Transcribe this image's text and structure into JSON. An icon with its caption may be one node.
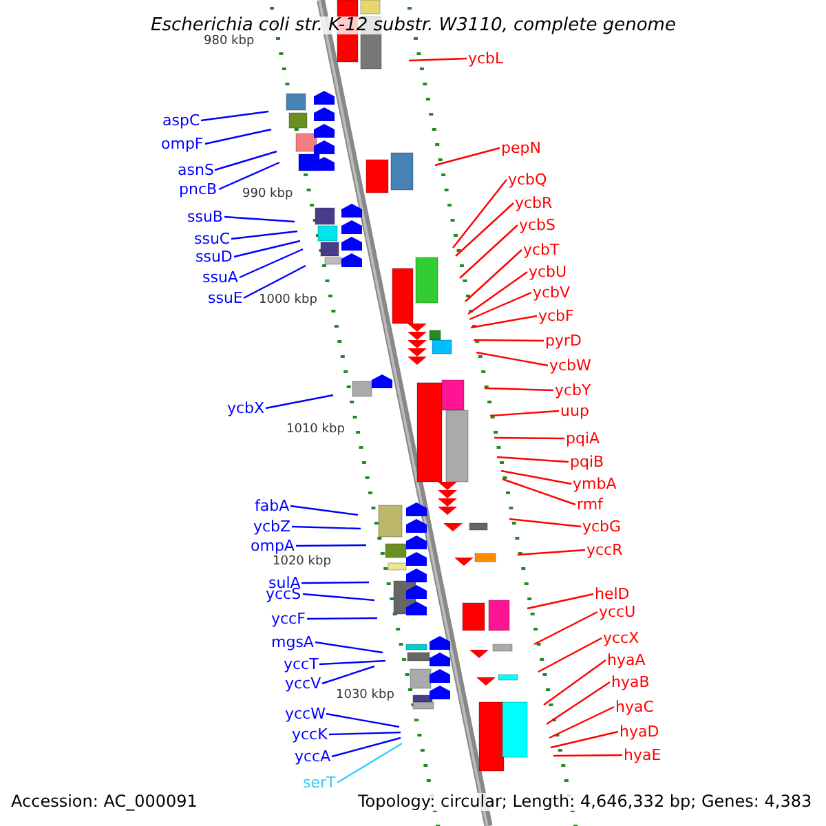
{
  "diagram": {
    "title": "Escherichia coli str. K-12 substr. W3110, complete genome",
    "nodes": [
      {
        "text": [
          "aspC"
        ]
      },
      {
        "text": [
          "ompF"
        ]
      },
      {
        "text": [
          "asnS"
        ]
      },
      {
        "text": [
          "pncB"
        ]
      },
      {
        "text": [
          "ssuB"
        ]
      },
      {
        "text": [
          "ssuC"
        ]
      },
      {
        "text": [
          "ssuD"
        ]
      },
      {
        "text": [
          "ssuA"
        ]
      },
      {
        "text": [
          "ssuE"
        ]
      },
      {
        "text": [
          "ycbX"
        ]
      },
      {
        "text": [
          "fabA"
        ]
      },
      {
        "text": [
          "ycbZ"
        ]
      },
      {
        "text": [
          "ompA"
        ]
      },
      {
        "text": [
          "sulA"
        ]
      },
      {
        "text": [
          "yccS"
        ]
      },
      {
        "text": [
          "yccF"
        ]
      },
      {
        "text": [
          "mgsA"
        ]
      },
      {
        "text": [
          "yccT"
        ]
      },
      {
        "text": [
          "yccV"
        ]
      },
      {
        "text": [
          "yccW"
        ]
      },
      {
        "text": [
          "yccK"
        ]
      },
      {
        "text": [
          "yccA"
        ]
      },
      {
        "text": [
          "serT"
        ]
      },
      {
        "text": [
          "ycbL"
        ]
      },
      {
        "text": [
          "pepN"
        ]
      },
      {
        "text": [
          "ycbQ"
        ]
      },
      {
        "text": [
          "ycbR"
        ]
      },
      {
        "text": [
          "ycbS"
        ]
      },
      {
        "text": [
          "ycbT"
        ]
      },
      {
        "text": [
          "ycbU"
        ]
      },
      {
        "text": [
          "ycbV"
        ]
      },
      {
        "text": [
          "ycbF"
        ]
      },
      {
        "text": [
          "pyrD"
        ]
      },
      {
        "text": [
          "ycbW"
        ]
      },
      {
        "text": [
          "ycbY"
        ]
      },
      {
        "text": [
          "uup"
        ]
      },
      {
        "text": [
          "pqiA"
        ]
      },
      {
        "text": [
          "pqiB"
        ]
      },
      {
        "text": [
          "ymbA"
        ]
      },
      {
        "text": [
          "rmf"
        ]
      },
      {
        "text": [
          "ycbG"
        ]
      },
      {
        "text": [
          "yccR"
        ]
      },
      {
        "text": [
          "helD"
        ]
      },
      {
        "text": [
          "yccU"
        ]
      },
      {
        "text": [
          "yccX"
        ]
      },
      {
        "text": [
          "hyaA"
        ]
      },
      {
        "text": [
          "hyaB"
        ]
      },
      {
        "text": [
          "hyaC"
        ]
      },
      {
        "text": [
          "hyaD"
        ]
      },
      {
        "text": [
          "hyaE"
        ]
      }
    ],
    "edges": [
      {
        "from": 0,
        "to": null,
        "arrow": "none",
        "color": "#0000ff"
      },
      {
        "from": 1,
        "to": null,
        "arrow": "none",
        "color": "#0000ff"
      },
      {
        "from": 2,
        "to": null,
        "arrow": "none",
        "color": "#0000ff"
      },
      {
        "from": 3,
        "to": null,
        "arrow": "none",
        "color": "#0000ff"
      },
      {
        "from": 4,
        "to": null,
        "arrow": "none",
        "color": "#0000ff"
      },
      {
        "from": 5,
        "to": null,
        "arrow": "none",
        "color": "#0000ff"
      },
      {
        "from": 6,
        "to": null,
        "arrow": "none",
        "color": "#0000ff"
      },
      {
        "from": 7,
        "to": null,
        "arrow": "none",
        "color": "#0000ff"
      },
      {
        "from": 8,
        "to": null,
        "arrow": "none",
        "color": "#0000ff"
      },
      {
        "from": 9,
        "to": null,
        "arrow": "none",
        "color": "#0000ff"
      },
      {
        "from": 10,
        "to": null,
        "arrow": "none",
        "color": "#0000ff"
      },
      {
        "from": 11,
        "to": null,
        "arrow": "none",
        "color": "#0000ff"
      },
      {
        "from": 12,
        "to": null,
        "arrow": "none",
        "color": "#0000ff"
      },
      {
        "from": 13,
        "to": null,
        "arrow": "none",
        "color": "#0000ff"
      },
      {
        "from": 14,
        "to": null,
        "arrow": "none",
        "color": "#0000ff"
      },
      {
        "from": 15,
        "to": null,
        "arrow": "none",
        "color": "#0000ff"
      },
      {
        "from": 16,
        "to": null,
        "arrow": "none",
        "color": "#0000ff"
      },
      {
        "from": 17,
        "to": null,
        "arrow": "none",
        "color": "#0000ff"
      },
      {
        "from": 18,
        "to": null,
        "arrow": "none",
        "color": "#0000ff"
      },
      {
        "from": 19,
        "to": null,
        "arrow": "none",
        "color": "#0000ff"
      },
      {
        "from": 20,
        "to": null,
        "arrow": "none",
        "color": "#0000ff"
      },
      {
        "from": 21,
        "to": null,
        "arrow": "none",
        "color": "#0000ff"
      },
      {
        "from": 22,
        "to": null,
        "arrow": "none",
        "color": "#33ccff"
      },
      {
        "from": 23,
        "to": null,
        "arrow": "none"
      },
      {
        "from": 24,
        "to": null,
        "arrow": "none"
      },
      {
        "from": 25,
        "to": null,
        "arrow": "none"
      },
      {
        "from": 26,
        "to": null,
        "arrow": "none"
      },
      {
        "from": 27,
        "to": null,
        "arrow": "none"
      },
      {
        "from": 28,
        "to": null,
        "arrow": "none"
      },
      {
        "from": 29,
        "to": null,
        "arrow": "none"
      },
      {
        "from": 30,
        "to": null,
        "arrow": "none"
      },
      {
        "from": 31,
        "to": null,
        "arrow": "none"
      },
      {
        "from": 32,
        "to": null,
        "arrow": "none"
      },
      {
        "from": 33,
        "to": null,
        "arrow": "none"
      },
      {
        "from": 34,
        "to": null,
        "arrow": "none"
      },
      {
        "from": 35,
        "to": null,
        "arrow": "none"
      },
      {
        "from": 36,
        "to": null,
        "arrow": "none"
      },
      {
        "from": 37,
        "to": null,
        "arrow": "none"
      },
      {
        "from": 38,
        "to": null,
        "arrow": "none"
      },
      {
        "from": 39,
        "to": null,
        "arrow": "none"
      },
      {
        "from": 40,
        "to": null,
        "arrow": "none"
      },
      {
        "from": 41,
        "to": null,
        "arrow": "none"
      },
      {
        "from": 42,
        "to": null,
        "arrow": "none"
      },
      {
        "from": 43,
        "to": null,
        "arrow": "none"
      },
      {
        "from": 44,
        "to": null,
        "arrow": "none"
      },
      {
        "from": 45,
        "to": null,
        "arrow": "none"
      },
      {
        "from": 46,
        "to": null,
        "arrow": "none"
      },
      {
        "from": 47,
        "to": null,
        "arrow": "none"
      },
      {
        "from": 48,
        "to": null,
        "arrow": "none"
      },
      {
        "from": 49,
        "to": null,
        "arrow": "none"
      }
    ],
    "labels": [
      "980 kbp",
      "990 kbp",
      "1000 kbp",
      "1010 kbp",
      "1020 kbp",
      "1030 kbp",
      "Accession: AC_000091",
      "Topology: circular; Length: 4,646,332 bp; Genes: 4,383"
    ]
  }
}
